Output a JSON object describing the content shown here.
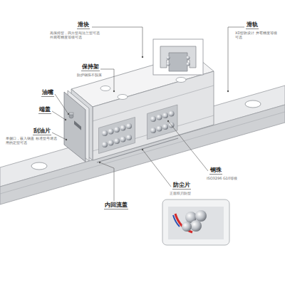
{
  "diagram": {
    "labels": [
      "滑块",
      "高保持型，四方型与法兰型可选 外观有精度等级可选",
      "滑轨",
      "XD型轨设计 并有精度等级可选",
      "保持架",
      "防护钢珠不脱落",
      "油嘴",
      "端盖",
      "刮油片",
      "单侧口，嵌入钢盖 标准型号请选用的定型可选",
      "钢珠",
      "ISO3296 G10等级",
      "防尘片",
      "正面双刃防型",
      "内回流盖"
    ]
  }
}
